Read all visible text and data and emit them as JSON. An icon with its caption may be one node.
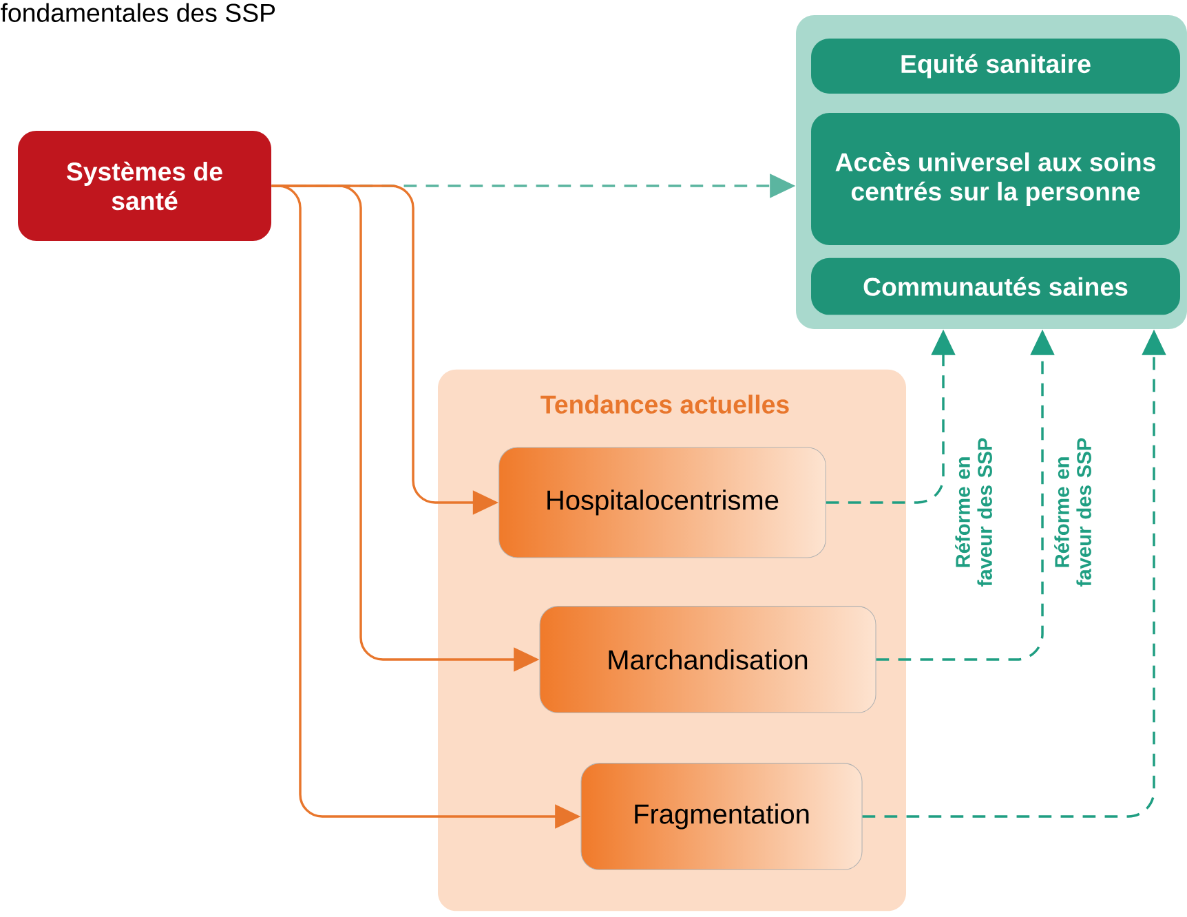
{
  "diagram": {
    "nodes": [
      {
        "text": [
          "Systèmes de santé"
        ]
      },
      {
        "text": [],
        "shape": "box"
      },
      {
        "text": [
          "Equité sanitaire"
        ],
        "in": 1
      },
      {
        "text": [
          "Accès universel aux soins centrés sur la personne"
        ],
        "in": 1
      },
      {
        "text": [
          "Communautés saines"
        ],
        "in": 1
      },
      {
        "text": [
          "Tendances actuelles"
        ]
      },
      {
        "text": [
          "Hospitalocentrisme"
        ],
        "in": 5
      },
      {
        "text": [
          "Marchandisation"
        ],
        "in": 5
      },
      {
        "text": [
          "Fragmentation"
        ],
        "in": 5
      }
    ],
    "edges": [
      {
        "from": 0,
        "to": 1,
        "arrow": "to",
        "style": "dashed",
        "color": "#5bb5a0"
      },
      {
        "from": 0,
        "to": 6,
        "arrow": "to"
      },
      {
        "from": 0,
        "to": 7,
        "arrow": "to"
      },
      {
        "from": 0,
        "to": 8,
        "arrow": "to"
      },
      {
        "from": 6,
        "to": 1,
        "arrow": "to",
        "style": "dashed",
        "color": "#1f9e82",
        "label": "Réforme en faveur des SSP"
      },
      {
        "from": 7,
        "to": 1,
        "arrow": "to",
        "style": "dashed",
        "color": "#1f9e82",
        "label": "Réforme en faveur des SSP"
      },
      {
        "from": 8,
        "to": 1,
        "arrow": "to",
        "style": "dashed",
        "color": "#1f9e82"
      }
    ],
    "labels": [
      "fondamentales des SSP"
    ]
  }
}
